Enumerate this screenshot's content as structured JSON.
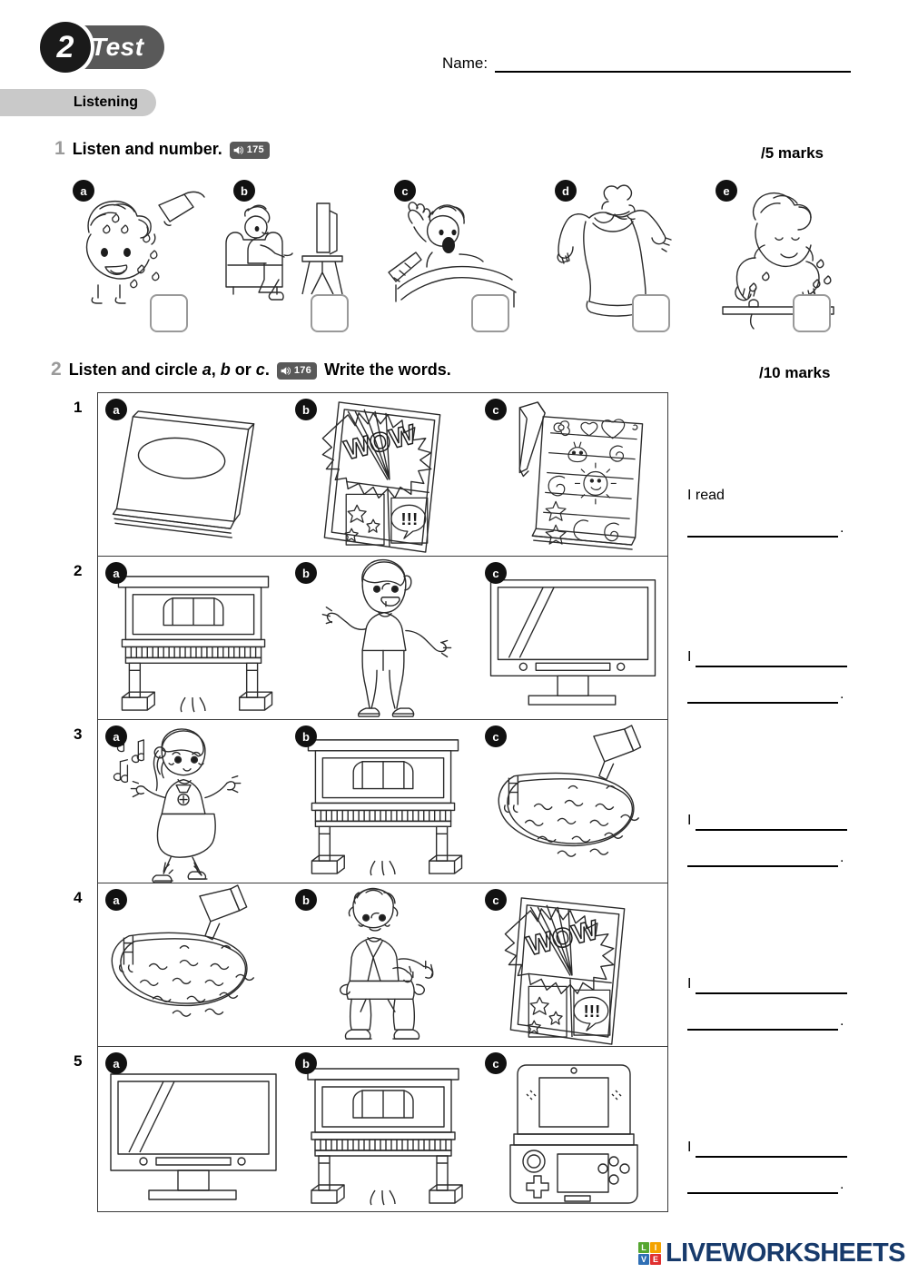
{
  "header": {
    "test_number": "2",
    "test_label": "Test",
    "section_label": "Listening",
    "name_label": "Name:"
  },
  "exercise1": {
    "number": "1",
    "instruction": "Listen and number.",
    "audio_track": "175",
    "audio_icon": "speaker-icon",
    "marks": "/5 marks",
    "items": [
      {
        "letter": "a",
        "picture": "child-having-a-shower"
      },
      {
        "letter": "b",
        "picture": "boy-watching-tv-in-armchair"
      },
      {
        "letter": "c",
        "picture": "boy-waking-up-in-bed"
      },
      {
        "letter": "d",
        "picture": "putting-on-a-jumper-getting-dressed"
      },
      {
        "letter": "e",
        "picture": "girl-washing-face-at-sink"
      }
    ]
  },
  "exercise2": {
    "number": "2",
    "instruction_part1": "Listen and circle ",
    "instruction_a": "a",
    "instruction_comma": ", ",
    "instruction_b": "b",
    "instruction_or": " or ",
    "instruction_c": "c",
    "instruction_stop": ".",
    "audio_track": "176",
    "audio_icon": "speaker-icon",
    "instruction_part2": "Write the words.",
    "marks": "/10 marks",
    "rows": [
      {
        "number": "1",
        "options": [
          {
            "letter": "a",
            "picture": "book"
          },
          {
            "letter": "b",
            "picture": "comic-wow"
          },
          {
            "letter": "c",
            "picture": "diary-with-pen"
          }
        ],
        "answer": {
          "lead": "I read",
          "layout": "lead-above",
          "end_punctuation": "."
        }
      },
      {
        "number": "2",
        "options": [
          {
            "letter": "a",
            "picture": "piano"
          },
          {
            "letter": "b",
            "picture": "boy-singing-dancing"
          },
          {
            "letter": "c",
            "picture": "television"
          }
        ],
        "answer": {
          "lead": "I",
          "layout": "lead-inline",
          "end_punctuation": "."
        }
      },
      {
        "number": "3",
        "options": [
          {
            "letter": "a",
            "picture": "girl-dancing-with-music-notes"
          },
          {
            "letter": "b",
            "picture": "piano"
          },
          {
            "letter": "c",
            "picture": "swimming-pool"
          }
        ],
        "answer": {
          "lead": "I",
          "layout": "lead-inline",
          "end_punctuation": "."
        }
      },
      {
        "number": "4",
        "options": [
          {
            "letter": "a",
            "picture": "swimming-pool"
          },
          {
            "letter": "b",
            "picture": "boy-doing-karate"
          },
          {
            "letter": "c",
            "picture": "comic-wow"
          }
        ],
        "answer": {
          "lead": "I",
          "layout": "lead-inline",
          "end_punctuation": "."
        }
      },
      {
        "number": "5",
        "options": [
          {
            "letter": "a",
            "picture": "television"
          },
          {
            "letter": "b",
            "picture": "piano"
          },
          {
            "letter": "c",
            "picture": "handheld-game-console"
          }
        ],
        "answer": {
          "lead": "I",
          "layout": "lead-inline",
          "end_punctuation": "."
        }
      }
    ],
    "comic_text": "WOW",
    "comic_exclaim": "!!!"
  },
  "footer": {
    "logo_tiles": [
      {
        "letter": "L",
        "color": "#55a630"
      },
      {
        "letter": "I",
        "color": "#f4a300"
      },
      {
        "letter": "V",
        "color": "#2f6fb5"
      },
      {
        "letter": "E",
        "color": "#e03030"
      }
    ],
    "logo_word": "LIVEWORKSHEETS",
    "logo_word_color": "#173a6b"
  }
}
